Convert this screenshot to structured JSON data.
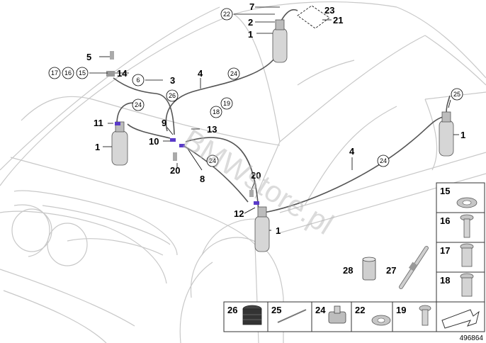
{
  "diagram": {
    "watermark": "BMWstore.pl",
    "document_number": "496864",
    "callouts": {
      "c1a": "1",
      "c1b": "1",
      "c1c": "1",
      "c1d": "1",
      "c2": "2",
      "c3": "3",
      "c4a": "4",
      "c4b": "4",
      "c5": "5",
      "c7": "7",
      "c8": "8",
      "c9": "9",
      "c10": "10",
      "c11": "11",
      "c12": "12",
      "c13": "13",
      "c14": "14",
      "c20a": "20",
      "c20b": "20",
      "c21": "21",
      "c23": "23",
      "c27": "27",
      "c28": "28"
    },
    "circled": {
      "o6": "6",
      "o15": "15",
      "o16": "16",
      "o17": "17",
      "o18": "18",
      "o19": "19",
      "o22": "22",
      "o24a": "24",
      "o24b": "24",
      "o24c": "24",
      "o24d": "24",
      "o25": "25",
      "o26": "26"
    }
  },
  "parts_panel": {
    "right_column": [
      {
        "label": "15",
        "icon": "washer-icon"
      },
      {
        "label": "16",
        "icon": "bolt-icon"
      },
      {
        "label": "17",
        "icon": "rivet-nut-icon"
      },
      {
        "label": "18",
        "icon": "rivet-nut-icon"
      }
    ],
    "bottom_row": [
      {
        "label": "26",
        "icon": "grommet-icon"
      },
      {
        "label": "25",
        "icon": "pin-icon"
      },
      {
        "label": "24",
        "icon": "clip-icon"
      },
      {
        "label": "22",
        "icon": "washer-icon"
      },
      {
        "label": "19",
        "icon": "screw-icon"
      },
      {
        "label": "",
        "icon": "arrow-icon"
      }
    ]
  }
}
